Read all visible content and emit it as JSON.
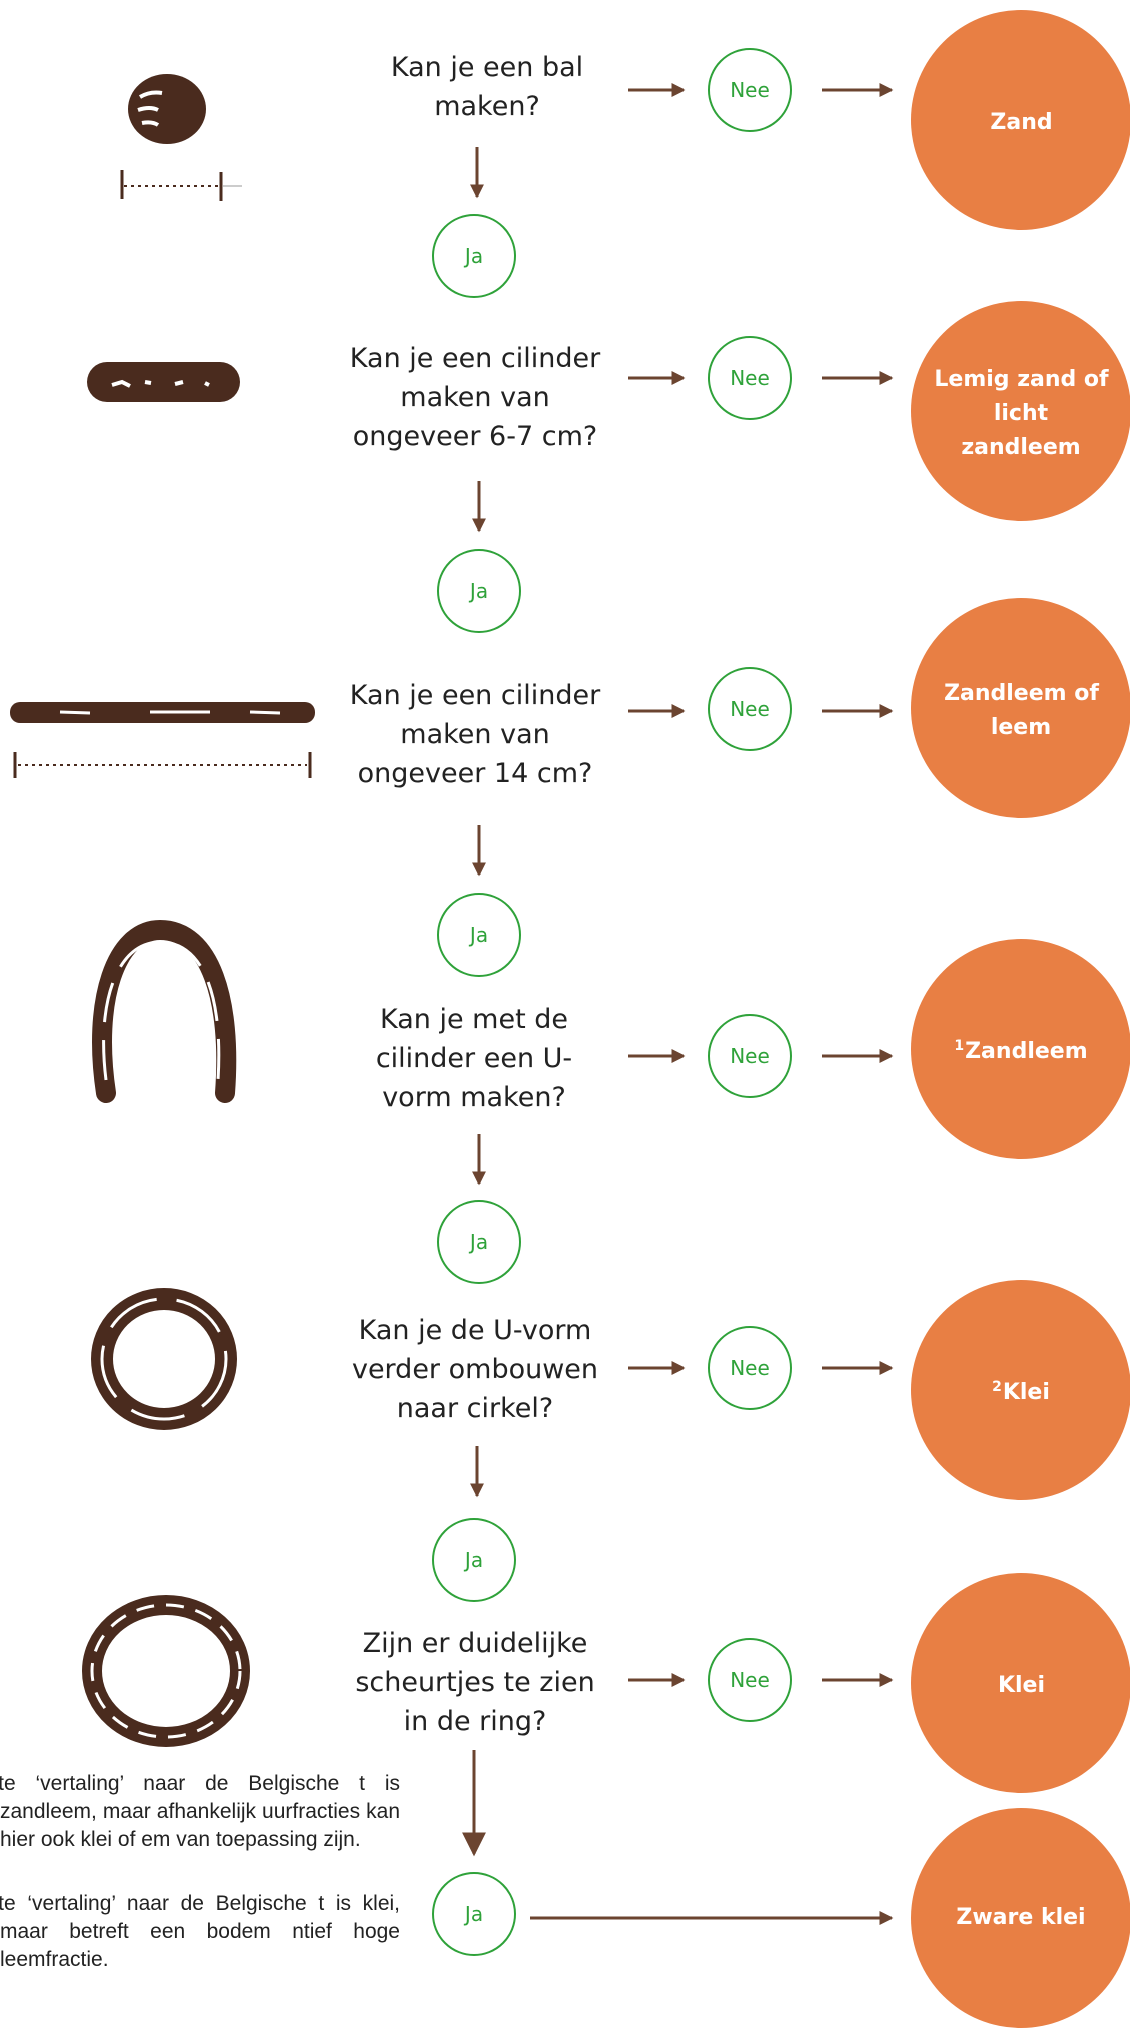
{
  "colors": {
    "outcome": "#E87F44",
    "answer": "#2FA23A",
    "arrow": "#6B4430",
    "soil": "#4A2B1E"
  },
  "steps": [
    {
      "question": "Kan je een bal maken?",
      "no_label": "Nee",
      "yes_label": "Ja",
      "outcome": "Zand",
      "outcome_sup": "",
      "illustration": "ball-icon"
    },
    {
      "question": "Kan je een cilinder maken van ongeveer 6-7 cm?",
      "no_label": "Nee",
      "yes_label": "Ja",
      "outcome": "Lemig zand of licht zandleem",
      "outcome_sup": "",
      "illustration": "short-cylinder-icon"
    },
    {
      "question": "Kan je een cilinder maken van ongeveer 14 cm?",
      "no_label": "Nee",
      "yes_label": "Ja",
      "outcome": "Zandleem of leem",
      "outcome_sup": "",
      "illustration": "long-cylinder-icon"
    },
    {
      "question": "Kan je met de cilinder een U-vorm maken?",
      "no_label": "Nee",
      "yes_label": "Ja",
      "outcome": "Zandleem",
      "outcome_sup": "1",
      "illustration": "u-shape-icon"
    },
    {
      "question": "Kan je de U-vorm verder ombouwen naar cirkel?",
      "no_label": "Nee",
      "yes_label": "Ja",
      "outcome": "Klei",
      "outcome_sup": "2",
      "illustration": "ring-icon"
    },
    {
      "question": "Zijn er duidelijke scheurtjes te zien in de ring?",
      "no_label": "Nee",
      "yes_label": "Ja",
      "outcome": "Klei",
      "outcome_sup": "",
      "illustration": "cracked-ring-icon"
    }
  ],
  "final_outcome": "Zware klei",
  "footnotes": [
    "ecte ‘vertaling’ naar de Belgische t is zandleem, maar afhankelijk uurfracties kan hier ook klei of em van toepassing zijn.",
    "ecte ‘vertaling’ naar de Belgische t is klei, maar betreft een bodem ntief hoge leemfractie."
  ]
}
